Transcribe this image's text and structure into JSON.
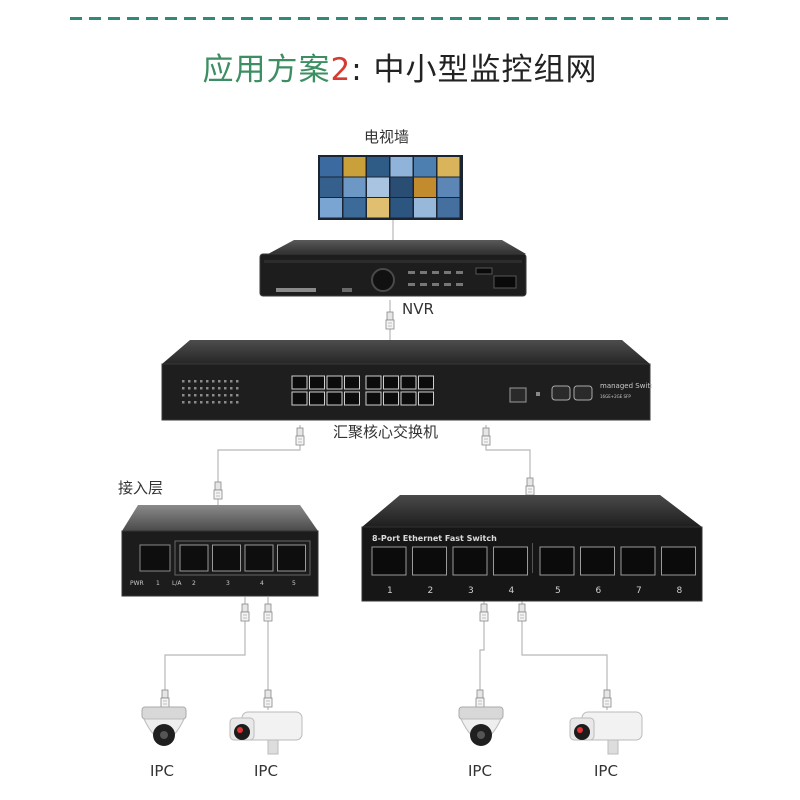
{
  "title": {
    "prefix": "应用方案",
    "number": "2",
    "suffix": ": 中小型监控组网"
  },
  "labels": {
    "tv_wall": "电视墙",
    "nvr": "NVR",
    "core_switch": "汇聚核心交换机",
    "access_layer": "接入层",
    "ipc": [
      "IPC",
      "IPC",
      "IPC",
      "IPC"
    ]
  },
  "devices": {
    "core_switch_brand": "managed Switch",
    "core_switch_model": "16GE+2GE SFP",
    "small_switch_labels": [
      "PWR",
      "1",
      "L/A",
      "2",
      "3",
      "4",
      "5"
    ],
    "large_switch_title": "8-Port Ethernet Fast Switch",
    "large_switch_ports": [
      "1",
      "2",
      "3",
      "4",
      "5",
      "6",
      "7",
      "8"
    ]
  },
  "colors": {
    "accent_green": "#3d8f63",
    "accent_red": "#d63b31",
    "dash_teal": "#2f8a79"
  }
}
